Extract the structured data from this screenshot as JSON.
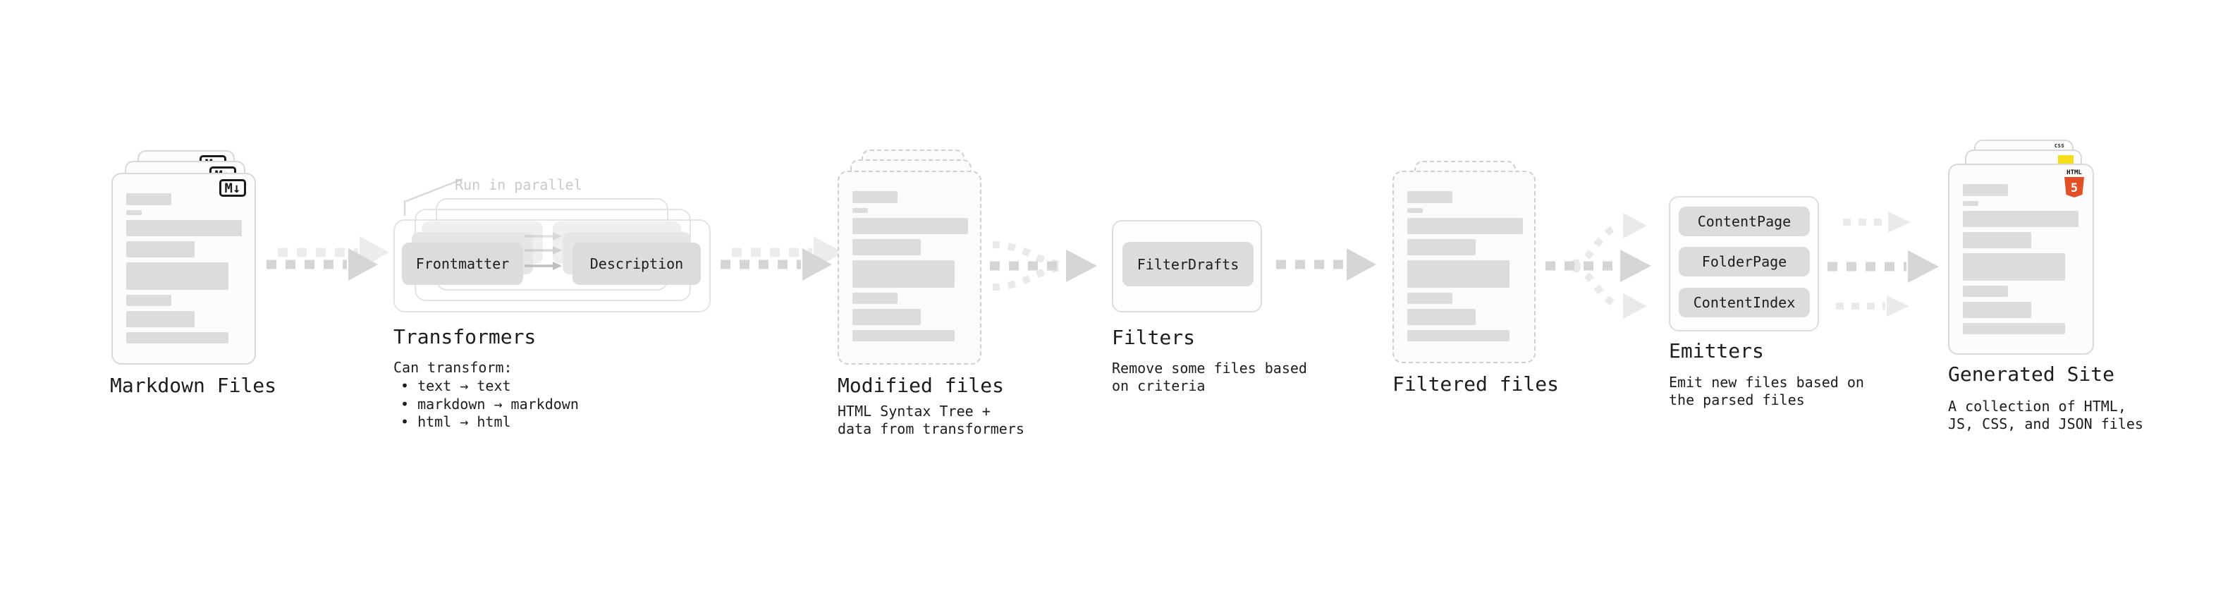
{
  "stages": {
    "markdown_files": {
      "title": "Markdown Files",
      "badge": "M↓"
    },
    "transformers": {
      "title": "Transformers",
      "parallel_note": "Run in parallel",
      "box_left": "Frontmatter",
      "box_right": "Description",
      "desc_heading": "Can transform:",
      "bullets": [
        "• text → text",
        "• markdown → markdown",
        "• html → html"
      ]
    },
    "modified_files": {
      "title": "Modified files",
      "desc": "HTML Syntax Tree +\ndata from transformers"
    },
    "filters": {
      "title": "Filters",
      "box": "FilterDrafts",
      "desc": "Remove some files based\non criteria"
    },
    "filtered_files": {
      "title": "Filtered files"
    },
    "emitters": {
      "title": "Emitters",
      "boxes": [
        "ContentPage",
        "FolderPage",
        "ContentIndex"
      ],
      "desc": "Emit new files based on\nthe parsed files"
    },
    "generated_site": {
      "title": "Generated Site",
      "desc": "A collection of HTML,\nJS, CSS, and JSON files",
      "badge_css": "CSS",
      "badge_html": "HTML",
      "badge_five": "5"
    }
  },
  "colors": {
    "arrow_main": "#d5d5d5",
    "arrow_faint": "#ececec",
    "arrow_curve": "#e9e9e9",
    "html5_orange": "#e34f26",
    "js_yellow": "#f5de19",
    "css_blue": "#2760e6",
    "badge_border": "#1a1a1a",
    "bar_gray": "#dcdcdc"
  }
}
